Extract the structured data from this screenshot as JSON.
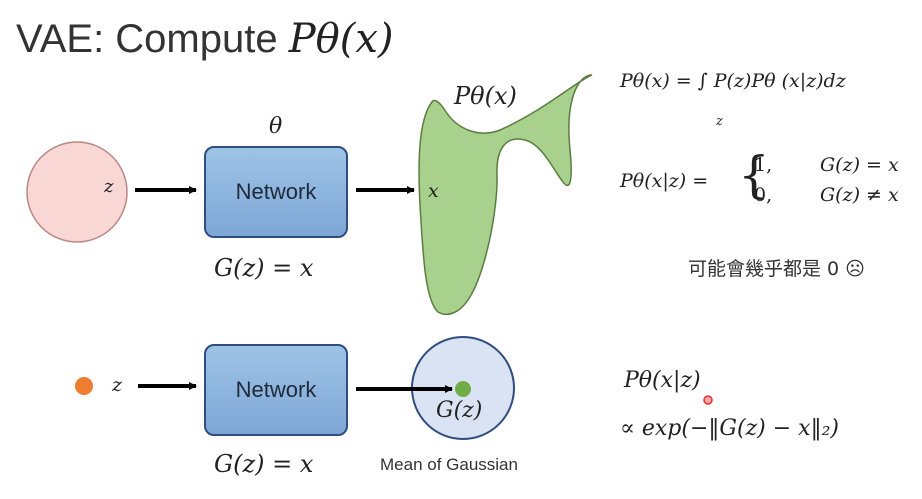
{
  "title": {
    "text": "VAE: Compute ",
    "math": "Pθ(x)"
  },
  "top_row": {
    "latent_label": "z",
    "theta_label": "θ",
    "network_label": "Network",
    "generator_eq": "G(z) = x",
    "output_x_label": "x",
    "distribution_label": "Pθ(x)"
  },
  "bottom_row": {
    "latent_label": "z",
    "network_label": "Network",
    "generator_eq": "G(z) = x",
    "mean_label": "G(z)",
    "caption": "Mean of Gaussian"
  },
  "formulas": {
    "marginal": "Pθ(x) = ∫ P(z)Pθ (x|z)dz",
    "marginal_sub": "z",
    "conditional_lhs": "Pθ(x|z) =",
    "case1_val": "1,",
    "case1_cond": "G(z) = x",
    "case2_val": "0,",
    "case2_cond": "G(z) ≠ x",
    "note": "可能會幾乎都是 0 ☹",
    "gaussian_line1": "Pθ(x|z)",
    "gaussian_line2": "∝ exp(−‖G(z) − x‖₂)"
  },
  "colors": {
    "latent_circle": "#f8d7d4",
    "network_fill": "#8db4e2",
    "distribution_fill": "#a9d18e",
    "gaussian_fill": "#dae3f3",
    "latent_dot": "#ed7d31",
    "mean_dot": "#70ad47"
  }
}
